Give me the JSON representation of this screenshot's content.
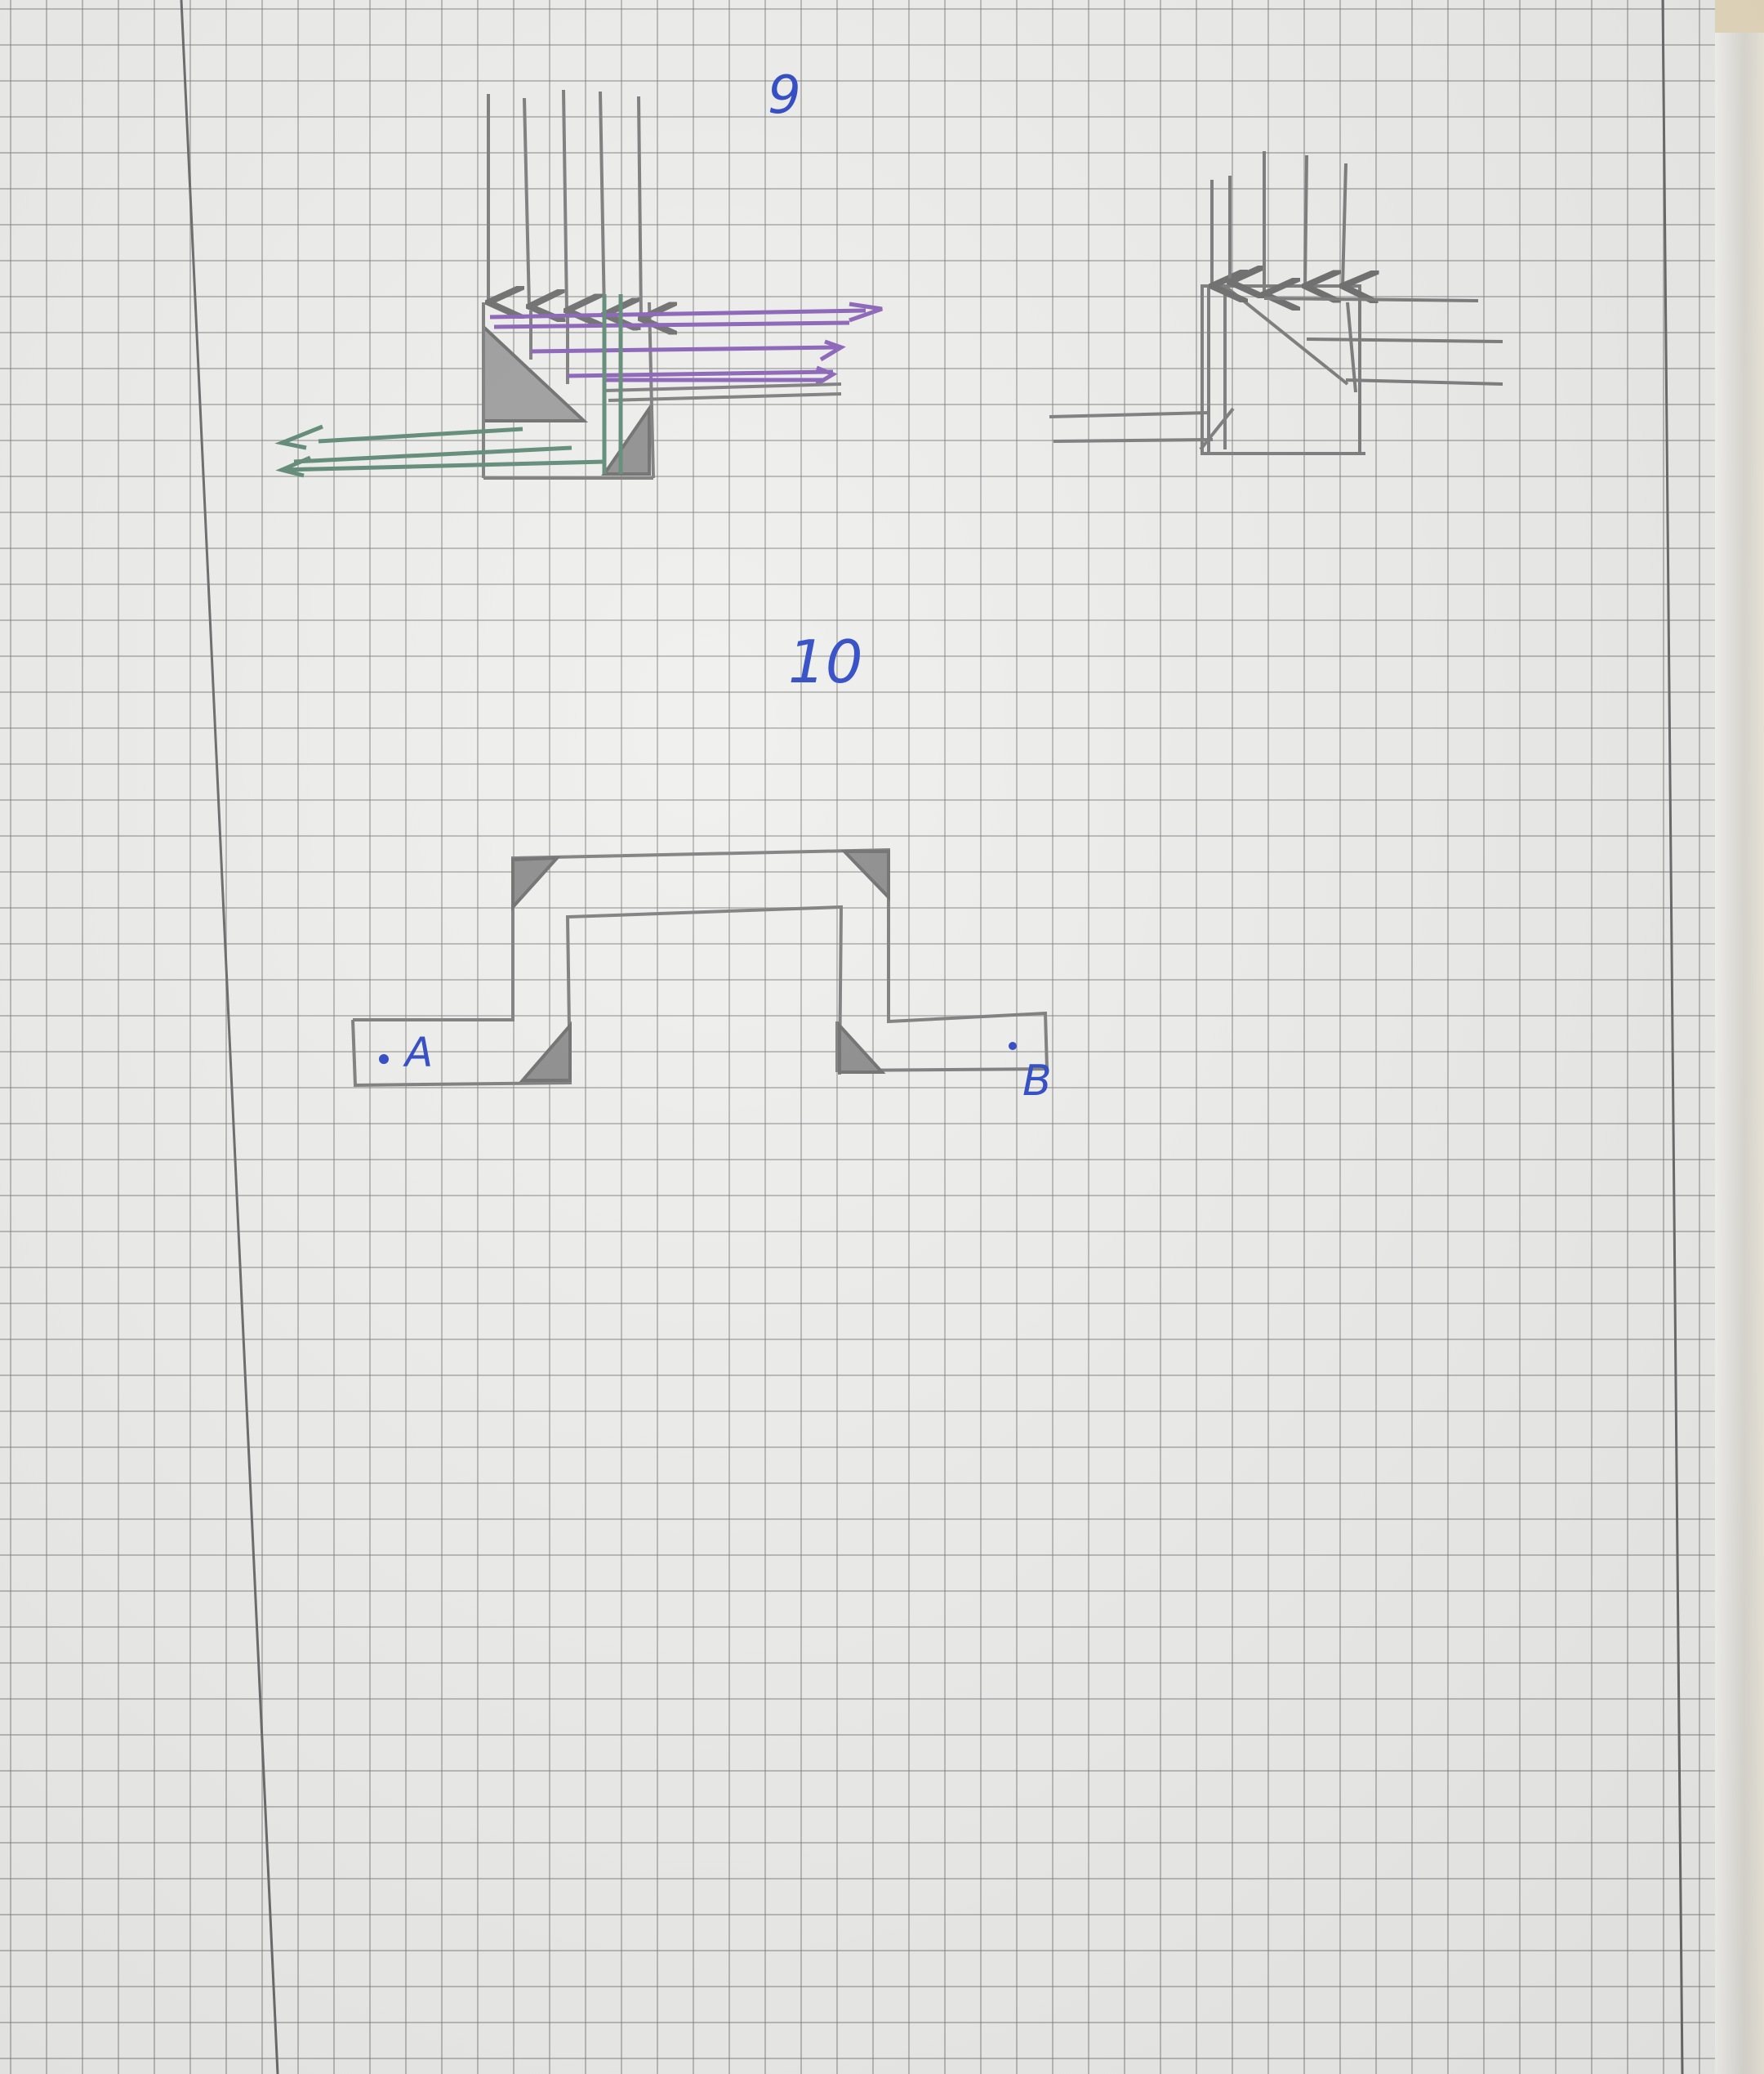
{
  "labels": {
    "exercise_9": "9",
    "exercise_10": "10",
    "point_a": "A",
    "point_b": "B"
  },
  "colors": {
    "paper": "#efefed",
    "grid": "#8a8a8a",
    "pencil": "#7d7d7d",
    "pen_blue": "#2c47c4",
    "purple": "#8a62b8",
    "green": "#5f8a76"
  }
}
